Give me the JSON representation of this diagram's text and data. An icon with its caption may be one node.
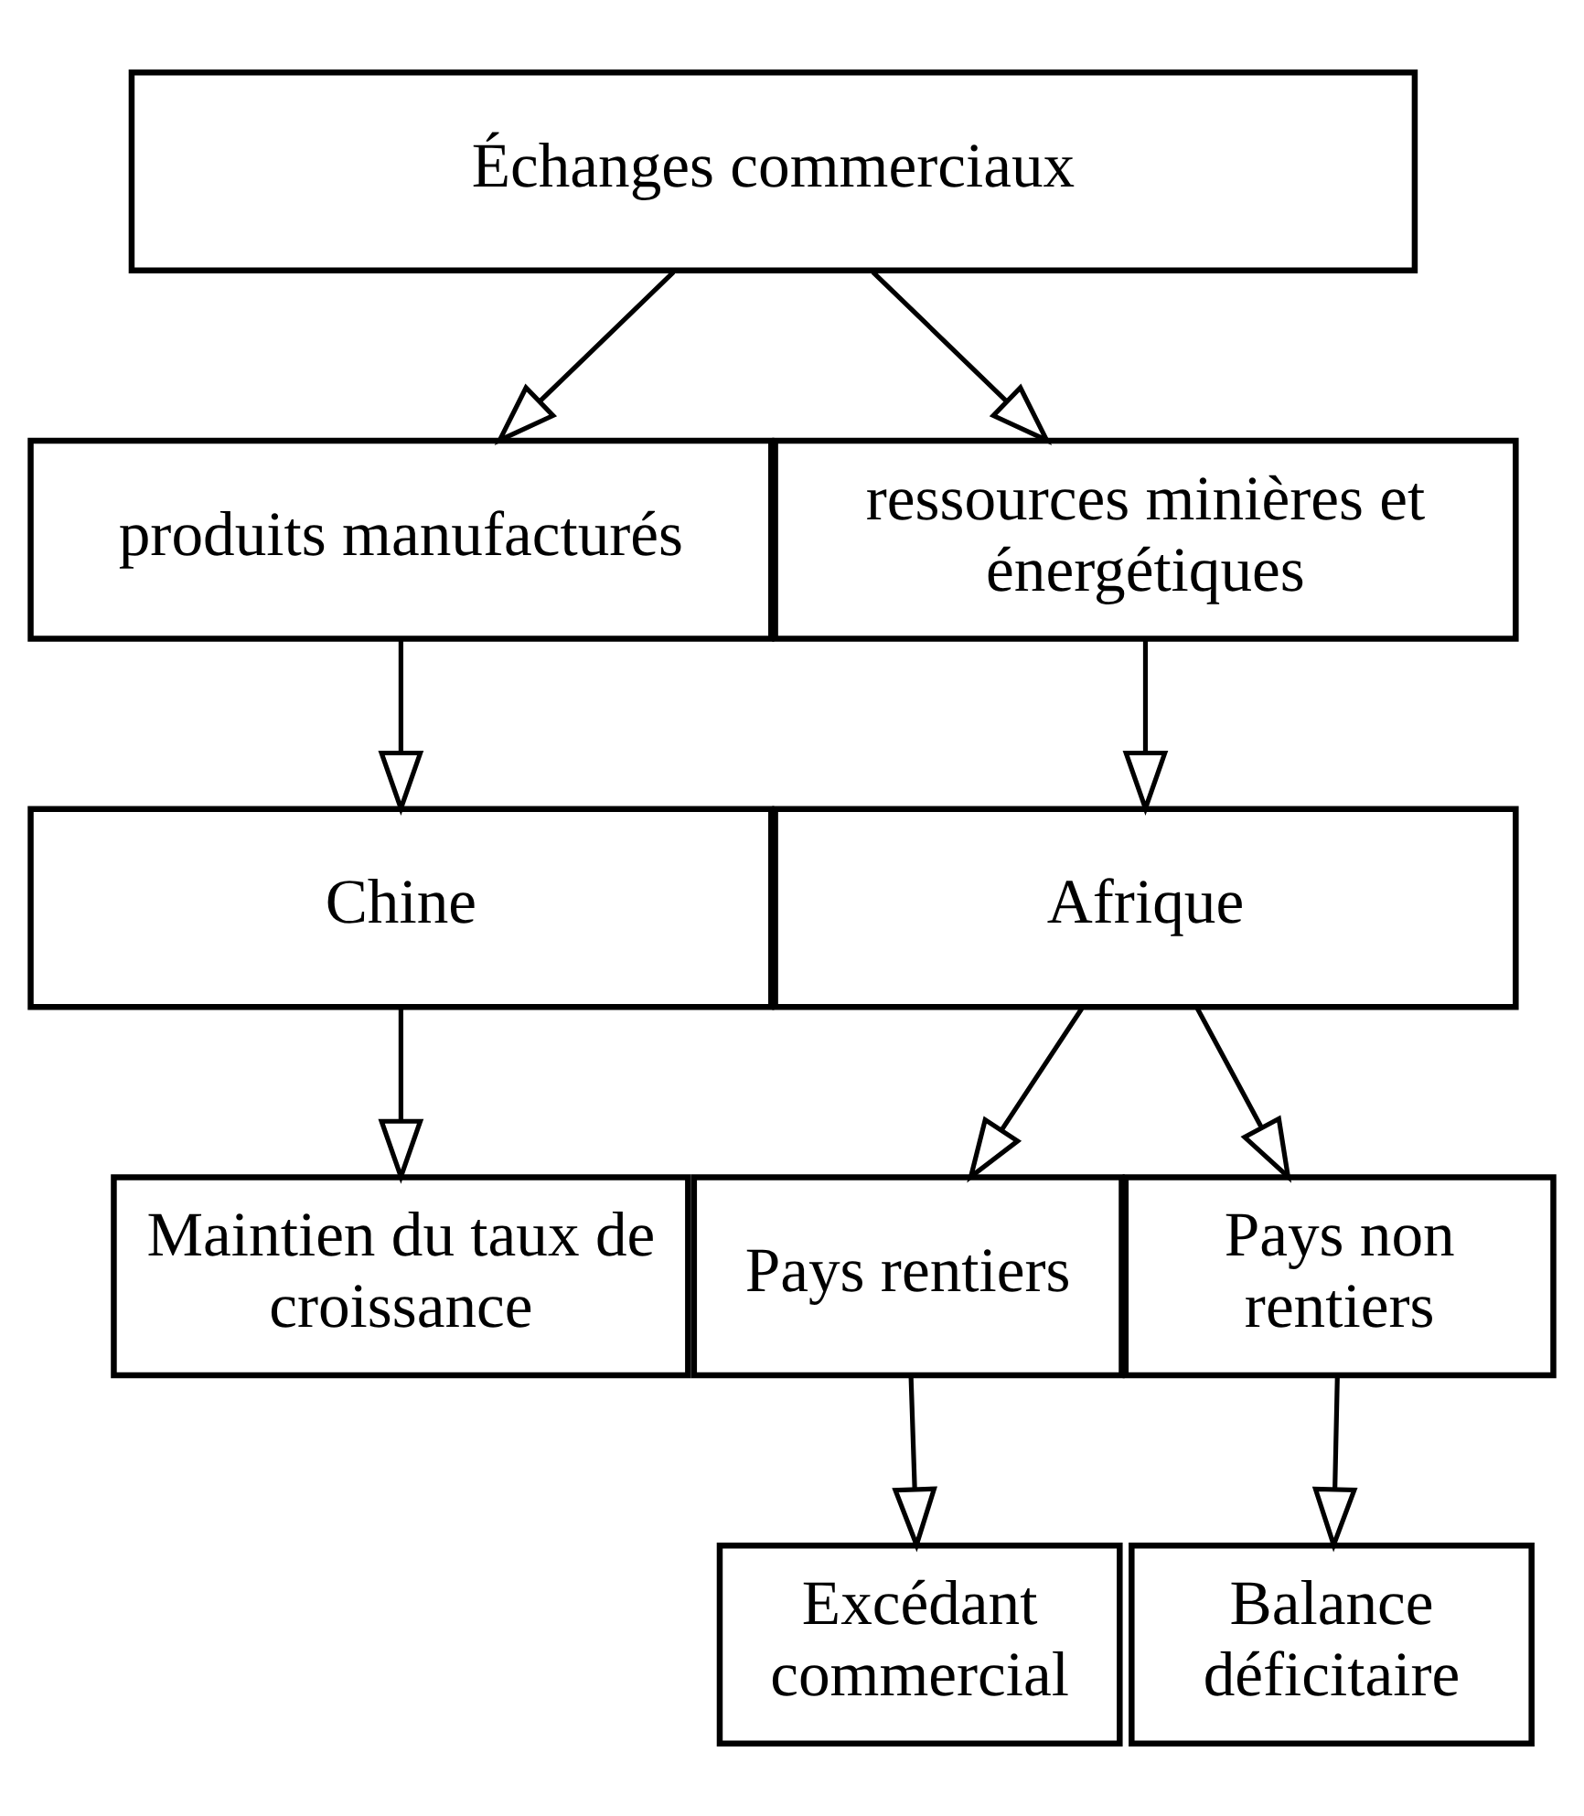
{
  "diagram": {
    "nodes": [
      {
        "text": [
          "Échanges commerciaux"
        ]
      },
      {
        "text": [
          "produits manufacturés"
        ]
      },
      {
        "text": [
          "ressources minières et énergétiques"
        ]
      },
      {
        "text": [
          "Chine"
        ]
      },
      {
        "text": [
          "Afrique"
        ]
      },
      {
        "text": [
          "Maintien du taux de croissance"
        ]
      },
      {
        "text": [
          "Pays rentiers"
        ]
      },
      {
        "text": [
          "Pays non rentiers"
        ]
      },
      {
        "text": [
          "Excédant commercial"
        ]
      },
      {
        "text": [
          "Balance déficitaire"
        ]
      }
    ],
    "edges": [
      {
        "from": 0,
        "to": 1,
        "arrow": "to"
      },
      {
        "from": 0,
        "to": 2,
        "arrow": "to"
      },
      {
        "from": 1,
        "to": 3,
        "arrow": "to"
      },
      {
        "from": 2,
        "to": 4,
        "arrow": "to"
      },
      {
        "from": 3,
        "to": 5,
        "arrow": "to"
      },
      {
        "from": 4,
        "to": 6,
        "arrow": "to"
      },
      {
        "from": 4,
        "to": 7,
        "arrow": "to"
      },
      {
        "from": 6,
        "to": 8,
        "arrow": "to"
      },
      {
        "from": 7,
        "to": 9,
        "arrow": "to"
      }
    ]
  }
}
